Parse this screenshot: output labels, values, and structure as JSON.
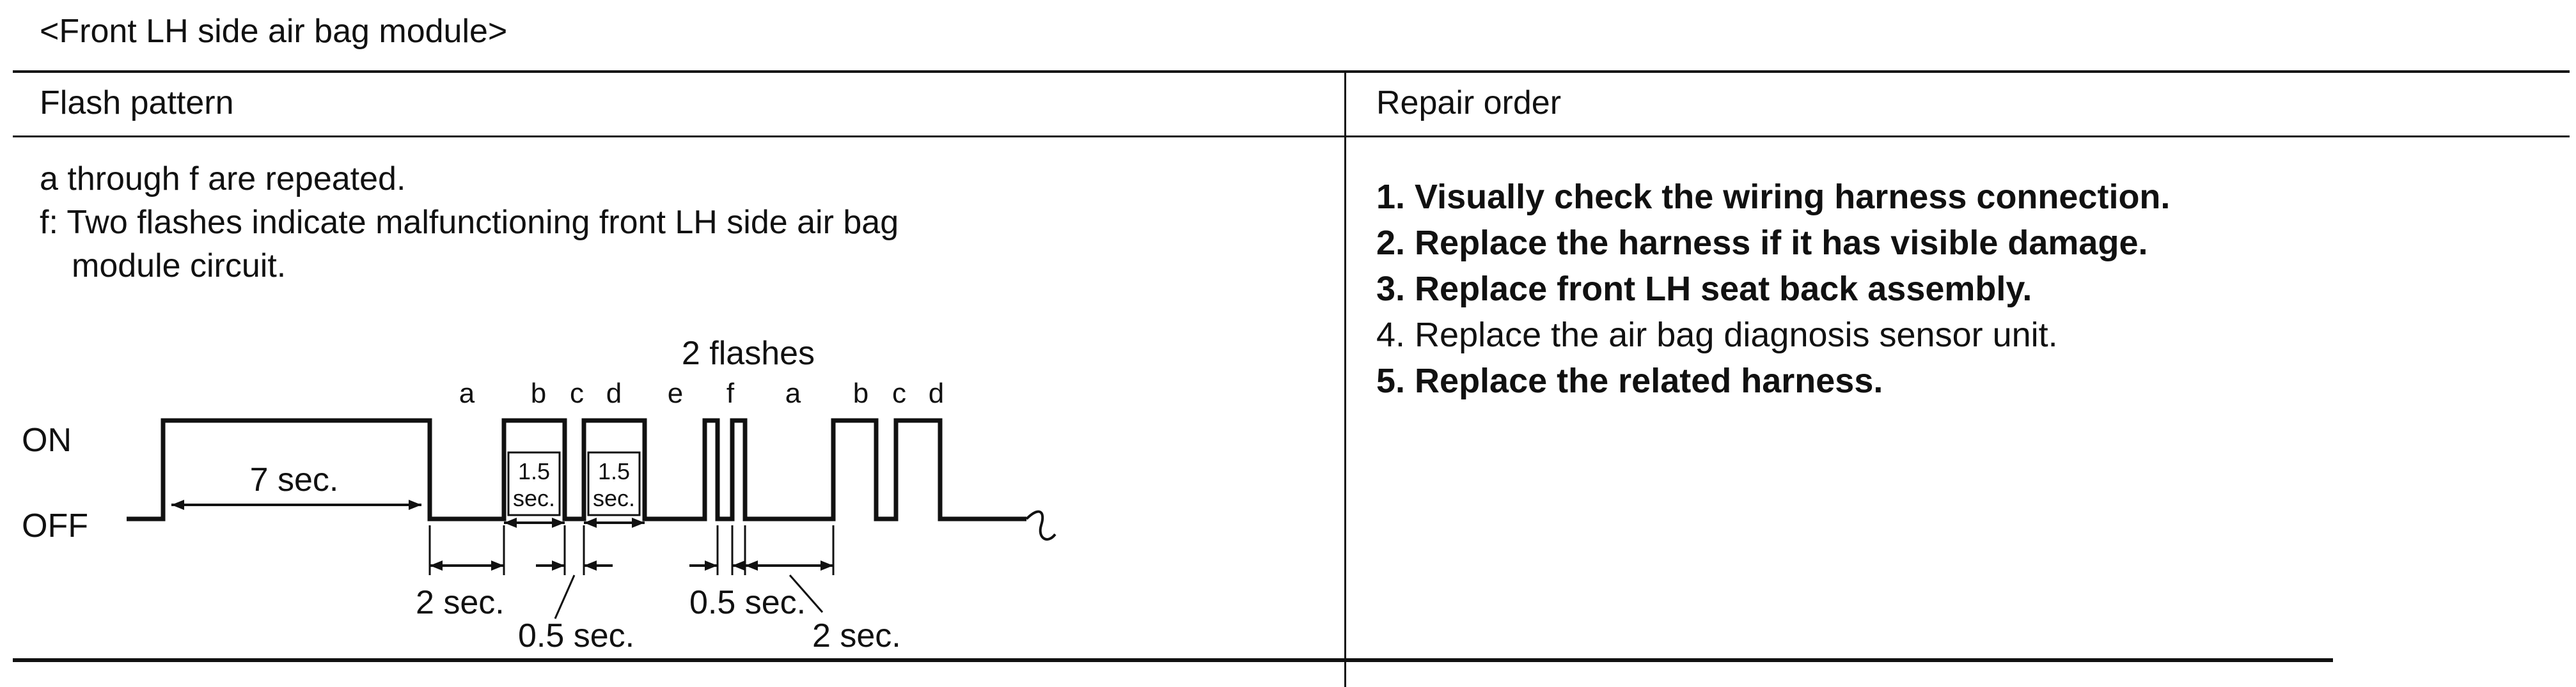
{
  "caption": "<Front LH side air bag module>",
  "table": {
    "headers": [
      "Flash pattern",
      "Repair order"
    ],
    "notes": [
      "a through f are repeated.",
      "f: Two flashes indicate malfunctioning front LH side air bag",
      "module  circuit."
    ],
    "repair_steps": [
      {
        "text": "1. Visually check the wiring harness connection.",
        "emphasis": "bold"
      },
      {
        "text": "2. Replace the harness if it has visible damage.",
        "emphasis": "bold"
      },
      {
        "text": "3. Replace front  LH seat back assembly.",
        "emphasis": "bold"
      },
      {
        "text": "4. Replace the air bag diagnosis sensor unit.",
        "emphasis": "regular"
      },
      {
        "text": "5. Replace the related harness.",
        "emphasis": "bold"
      }
    ]
  },
  "diagram": {
    "title": "2 flashes",
    "levels": {
      "on": "ON",
      "off": "OFF"
    },
    "segment_letters": [
      "a",
      "b",
      "c",
      "d",
      "e",
      "f",
      "a",
      "b",
      "c",
      "d"
    ],
    "durations": {
      "initial_on": "7 sec.",
      "off_a": "2 sec.",
      "pulse_b": [
        "1.5",
        "sec."
      ],
      "gap_c": "0.5 sec.",
      "pulse_d": [
        "1.5",
        "sec."
      ],
      "flash_gap": "0.5 sec.",
      "off_a_repeat": "2 sec."
    }
  }
}
